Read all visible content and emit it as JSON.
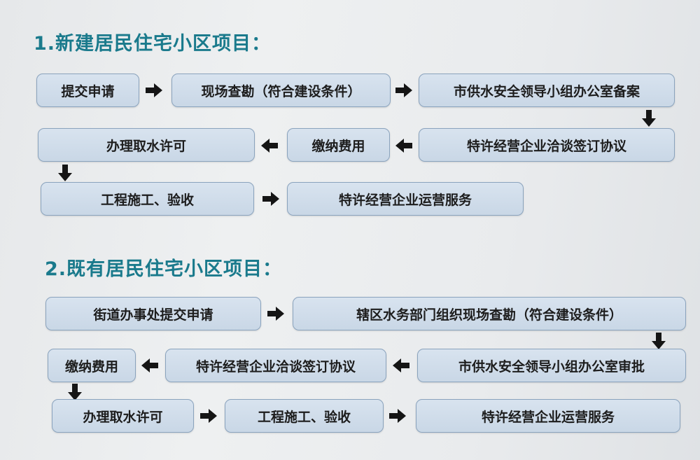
{
  "sections": [
    {
      "title": "1.新建居民住宅小区项目：",
      "steps": [
        "提交申请",
        "现场查勘（符合建设条件）",
        "市供水安全领导小组办公室备案",
        "特许经营企业洽谈签订协议",
        "缴纳费用",
        "办理取水许可",
        "工程施工、验收",
        "特许经营企业运营服务"
      ]
    },
    {
      "title": "2.既有居民住宅小区项目：",
      "steps": [
        "街道办事处提交申请",
        "辖区水务部门组织现场查勘（符合建设条件）",
        "市供水安全领导小组办公室审批",
        "特许经营企业洽谈签订协议",
        "缴纳费用",
        "办理取水许可",
        "工程施工、验收",
        "特许经营企业运营服务"
      ]
    }
  ],
  "icons": {
    "arrow": "arrow-icon"
  }
}
